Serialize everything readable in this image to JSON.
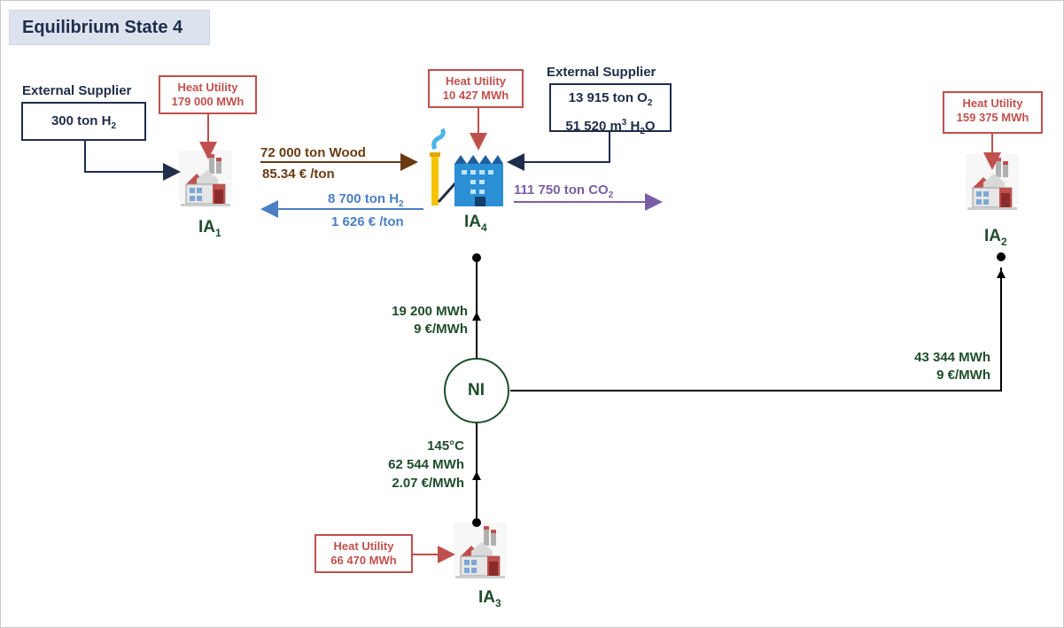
{
  "title": "Equilibrium State 4",
  "ia1": {
    "label": "IA",
    "sub": "1",
    "heat_label": "Heat Utility",
    "heat_value": "179 000 MWh",
    "external_label": "External Supplier",
    "external_value": "300 ton H",
    "external_sub": "2"
  },
  "ia4": {
    "label": "IA",
    "sub": "4",
    "heat_label": "Heat Utility",
    "heat_value": "10 427 MWh",
    "external_label": "External Supplier",
    "external_line1": "13 915 ton O",
    "external_line1_sub": "2",
    "external_line2_pre": "51 520 m",
    "external_line2_sup": "3",
    "external_line2_mid": " H",
    "external_line2_sub": "2",
    "external_line2_post": "O",
    "co2_text": "111 750 ton CO",
    "co2_sub": "2"
  },
  "ia2": {
    "label": "IA",
    "sub": "2",
    "heat_label": "Heat Utility",
    "heat_value": "159 375 MWh"
  },
  "ia3": {
    "label": "IA",
    "sub": "3",
    "heat_label": "Heat Utility",
    "heat_value": "66 470 MWh"
  },
  "wood_flow": {
    "amount": "72 000 ton Wood",
    "price": "85.34 € /ton"
  },
  "h2_flow": {
    "amount": "8 700 ton H",
    "amount_sub": "2",
    "price": "1 626 € /ton"
  },
  "ni": {
    "label": "NI",
    "to_ia4_energy": "19 200 MWh",
    "to_ia4_price": "9 €/MWh",
    "to_ia2_energy": "43 344 MWh",
    "to_ia2_price": "9 €/MWh",
    "from_ia3_temp": "145°C",
    "from_ia3_energy": "62 544 MWh",
    "from_ia3_price": "2.07 €/MWh"
  },
  "colors": {
    "heat": "#c0504d",
    "external": "#1f2d4a",
    "wood": "#6b3a12",
    "h2": "#4a7fc4",
    "co2": "#7b5ea7",
    "network": "#1e4d2b"
  }
}
